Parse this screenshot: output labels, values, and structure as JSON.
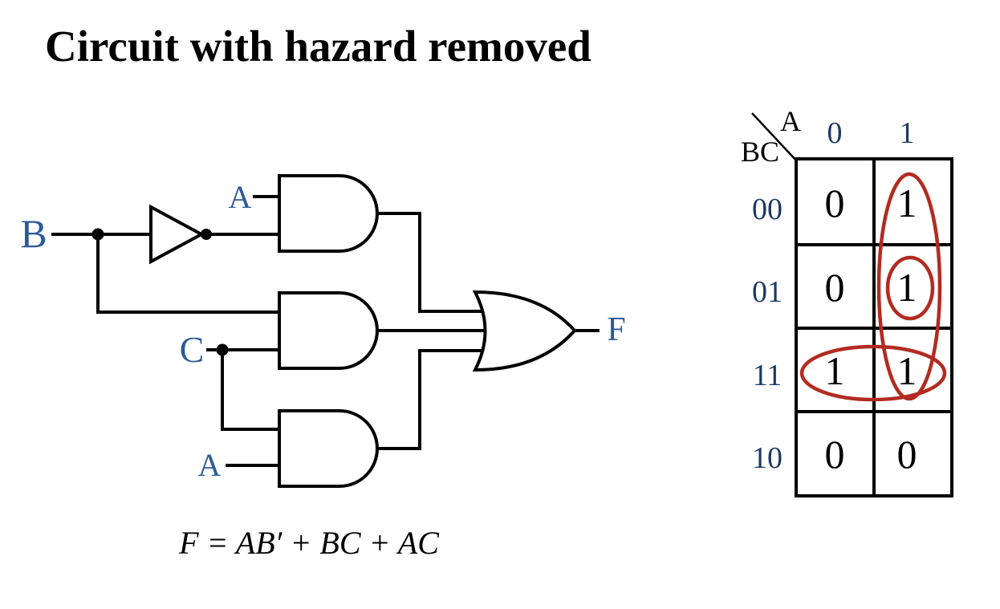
{
  "title": "Circuit with hazard removed",
  "colors": {
    "circuit_label": "#2E5B97",
    "kmap_label": "#1F3864",
    "group_red": "#B22B21",
    "line": "#000000"
  },
  "circuit": {
    "input_b": "B",
    "input_a_top": "A",
    "input_c": "C",
    "input_a_bottom": "A",
    "output_f": "F",
    "formula": "F = AB′ + BC + AC"
  },
  "kmap": {
    "col_var": "A",
    "row_var": "BC",
    "col_headers": [
      "0",
      "1"
    ],
    "row_headers": [
      "00",
      "01",
      "11",
      "10"
    ],
    "cells": [
      [
        "0",
        "1"
      ],
      [
        "0",
        "1"
      ],
      [
        "1",
        "1"
      ],
      [
        "0",
        "0"
      ]
    ]
  }
}
